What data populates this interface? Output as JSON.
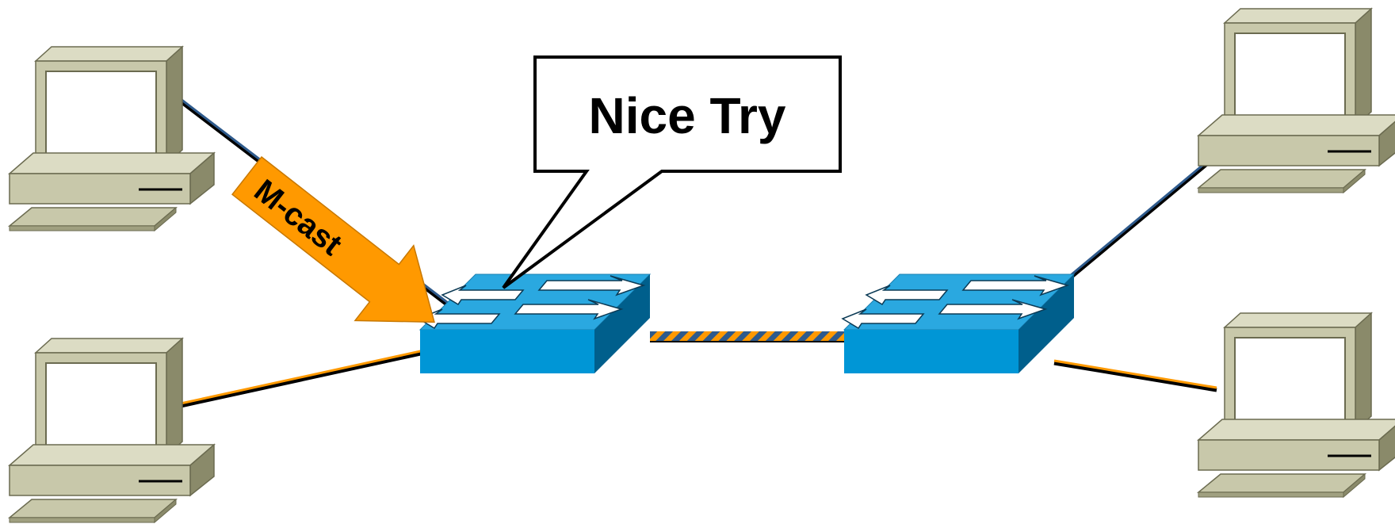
{
  "callout": {
    "text": "Nice Try"
  },
  "arrow": {
    "label": "M-cast"
  },
  "colors": {
    "vlan_blue": "#2e5a8c",
    "vlan_orange": "#ff9900",
    "switch_top": "#2aa8e0",
    "switch_front": "#0096d6",
    "switch_side": "#005f8c",
    "pc_beige": "#c8c8aa",
    "pc_shadow": "#8a8a6a",
    "arrow_fill": "#ff9900"
  },
  "nodes": {
    "switches": [
      "switch-left",
      "switch-right"
    ],
    "computers": [
      "pc-top-left",
      "pc-bottom-left",
      "pc-top-right",
      "pc-bottom-right"
    ]
  }
}
